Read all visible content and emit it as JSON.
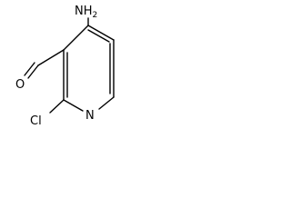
{
  "molecule": {
    "atoms": {
      "amine": "NH",
      "amine_subscript": "2",
      "ring_nitrogen": "N",
      "aldehyde_oxygen": "O",
      "chlorine": "Cl"
    }
  }
}
